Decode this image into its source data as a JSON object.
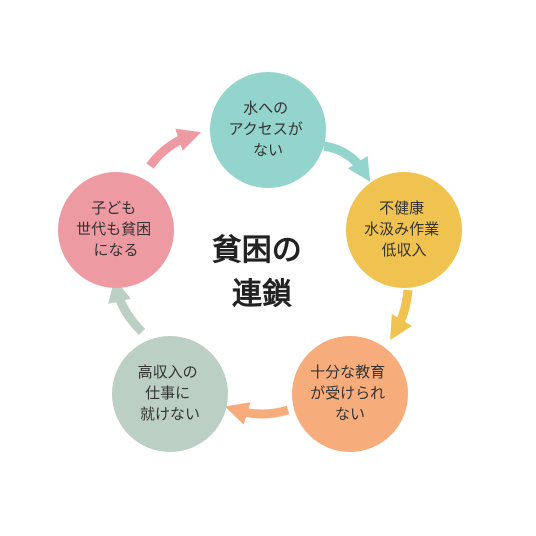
{
  "center": {
    "lines": [
      "貧困の",
      "連鎖"
    ]
  },
  "nodes": [
    {
      "id": "water",
      "lines": [
        "水への",
        "アクセスが",
        "ない"
      ],
      "color": "#93d5cc"
    },
    {
      "id": "health",
      "lines": [
        "不健康",
        "水汲み作業",
        "低収入"
      ],
      "color": "#f0c24f"
    },
    {
      "id": "education",
      "lines": [
        "十分な教育",
        "が受けられ",
        "ない"
      ],
      "color": "#f7ac7c"
    },
    {
      "id": "job",
      "lines": [
        "高収入の",
        "仕事に",
        "就けない"
      ],
      "color": "#bccfc4"
    },
    {
      "id": "children",
      "lines": [
        "子ども",
        "世代も貧困",
        "になる"
      ],
      "color": "#ee9aa2"
    }
  ]
}
